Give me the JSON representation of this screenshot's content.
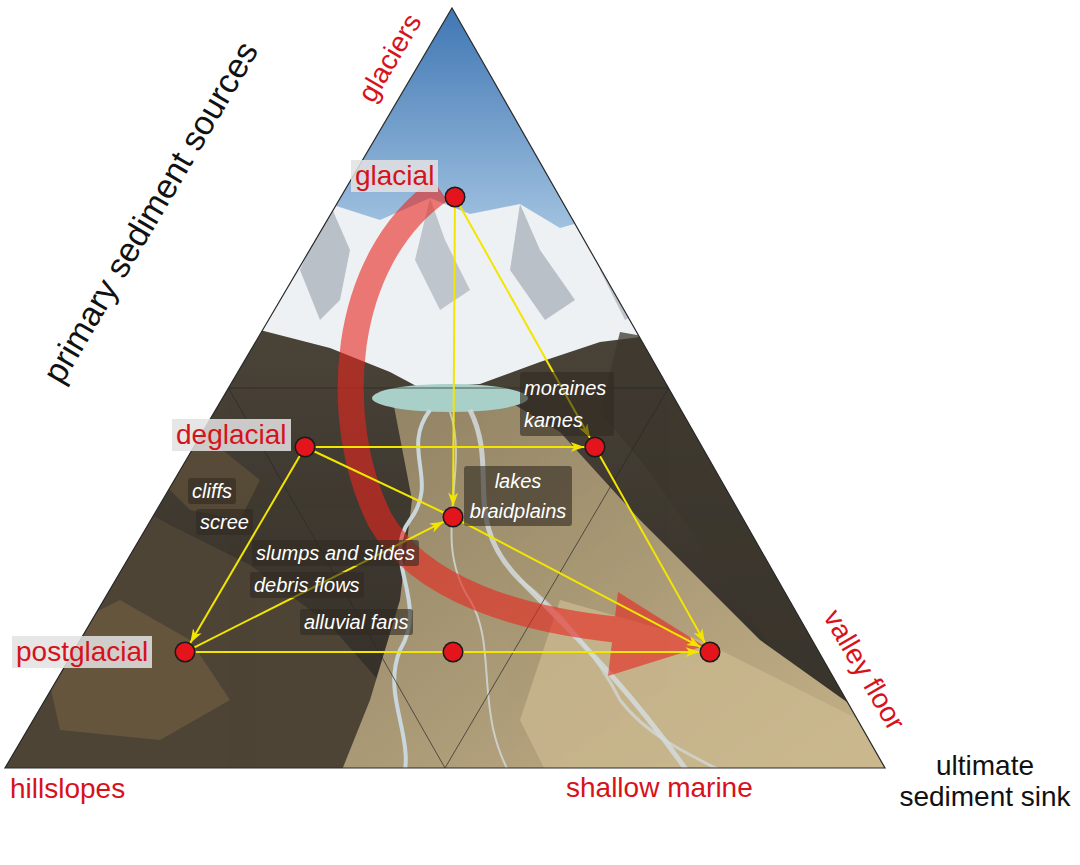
{
  "diagram": {
    "nodes": [
      {
        "text": [
          "glacial"
        ]
      },
      {
        "text": [
          "deglacial"
        ]
      },
      {
        "text": [
          "postglacial"
        ]
      },
      {
        "text": [
          "moraines kames"
        ]
      },
      {
        "text": [
          "lakes braidplains"
        ]
      },
      {
        "text": [
          "alluvial fans"
        ]
      },
      {
        "text": [
          "valley floor"
        ]
      }
    ],
    "edges": [
      {
        "from": 0,
        "to": 4,
        "arrow": "to"
      },
      {
        "from": 0,
        "to": 3,
        "arrow": "to"
      },
      {
        "from": 1,
        "to": 3,
        "arrow": "to"
      },
      {
        "from": 1,
        "to": 2,
        "arrow": "to"
      },
      {
        "from": 1,
        "to": 4,
        "arrow": "none"
      },
      {
        "from": 2,
        "to": 4,
        "arrow": "to"
      },
      {
        "from": 2,
        "to": 5,
        "arrow": "none"
      },
      {
        "from": 3,
        "to": 6,
        "arrow": "to"
      },
      {
        "from": 4,
        "to": 6,
        "arrow": "to"
      },
      {
        "from": 5,
        "to": 6,
        "arrow": "to"
      }
    ],
    "labels": [
      "glaciers",
      "primary sediment sources",
      "hillslopes",
      "shallow marine",
      "ultimate sediment sink",
      "cliffs",
      "scree",
      "slumps and slides",
      "debris flows"
    ]
  }
}
